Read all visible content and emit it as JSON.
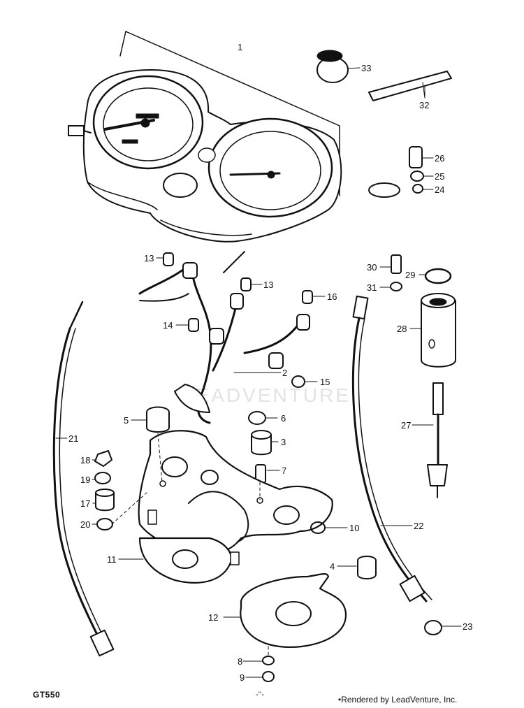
{
  "diagram": {
    "model_label": "GT550",
    "page_mark": "-‘‘-",
    "render_credit": "•Rendered by LeadVenture, Inc.",
    "watermark": "LEADVENTURE",
    "callouts": [
      "1",
      "2",
      "3",
      "4",
      "5",
      "6",
      "7",
      "8",
      "9",
      "10",
      "11",
      "12",
      "13",
      "13",
      "14",
      "15",
      "16",
      "17",
      "18",
      "19",
      "20",
      "21",
      "22",
      "23",
      "24",
      "25",
      "26",
      "27",
      "28",
      "29",
      "30",
      "31",
      "32",
      "33"
    ]
  }
}
